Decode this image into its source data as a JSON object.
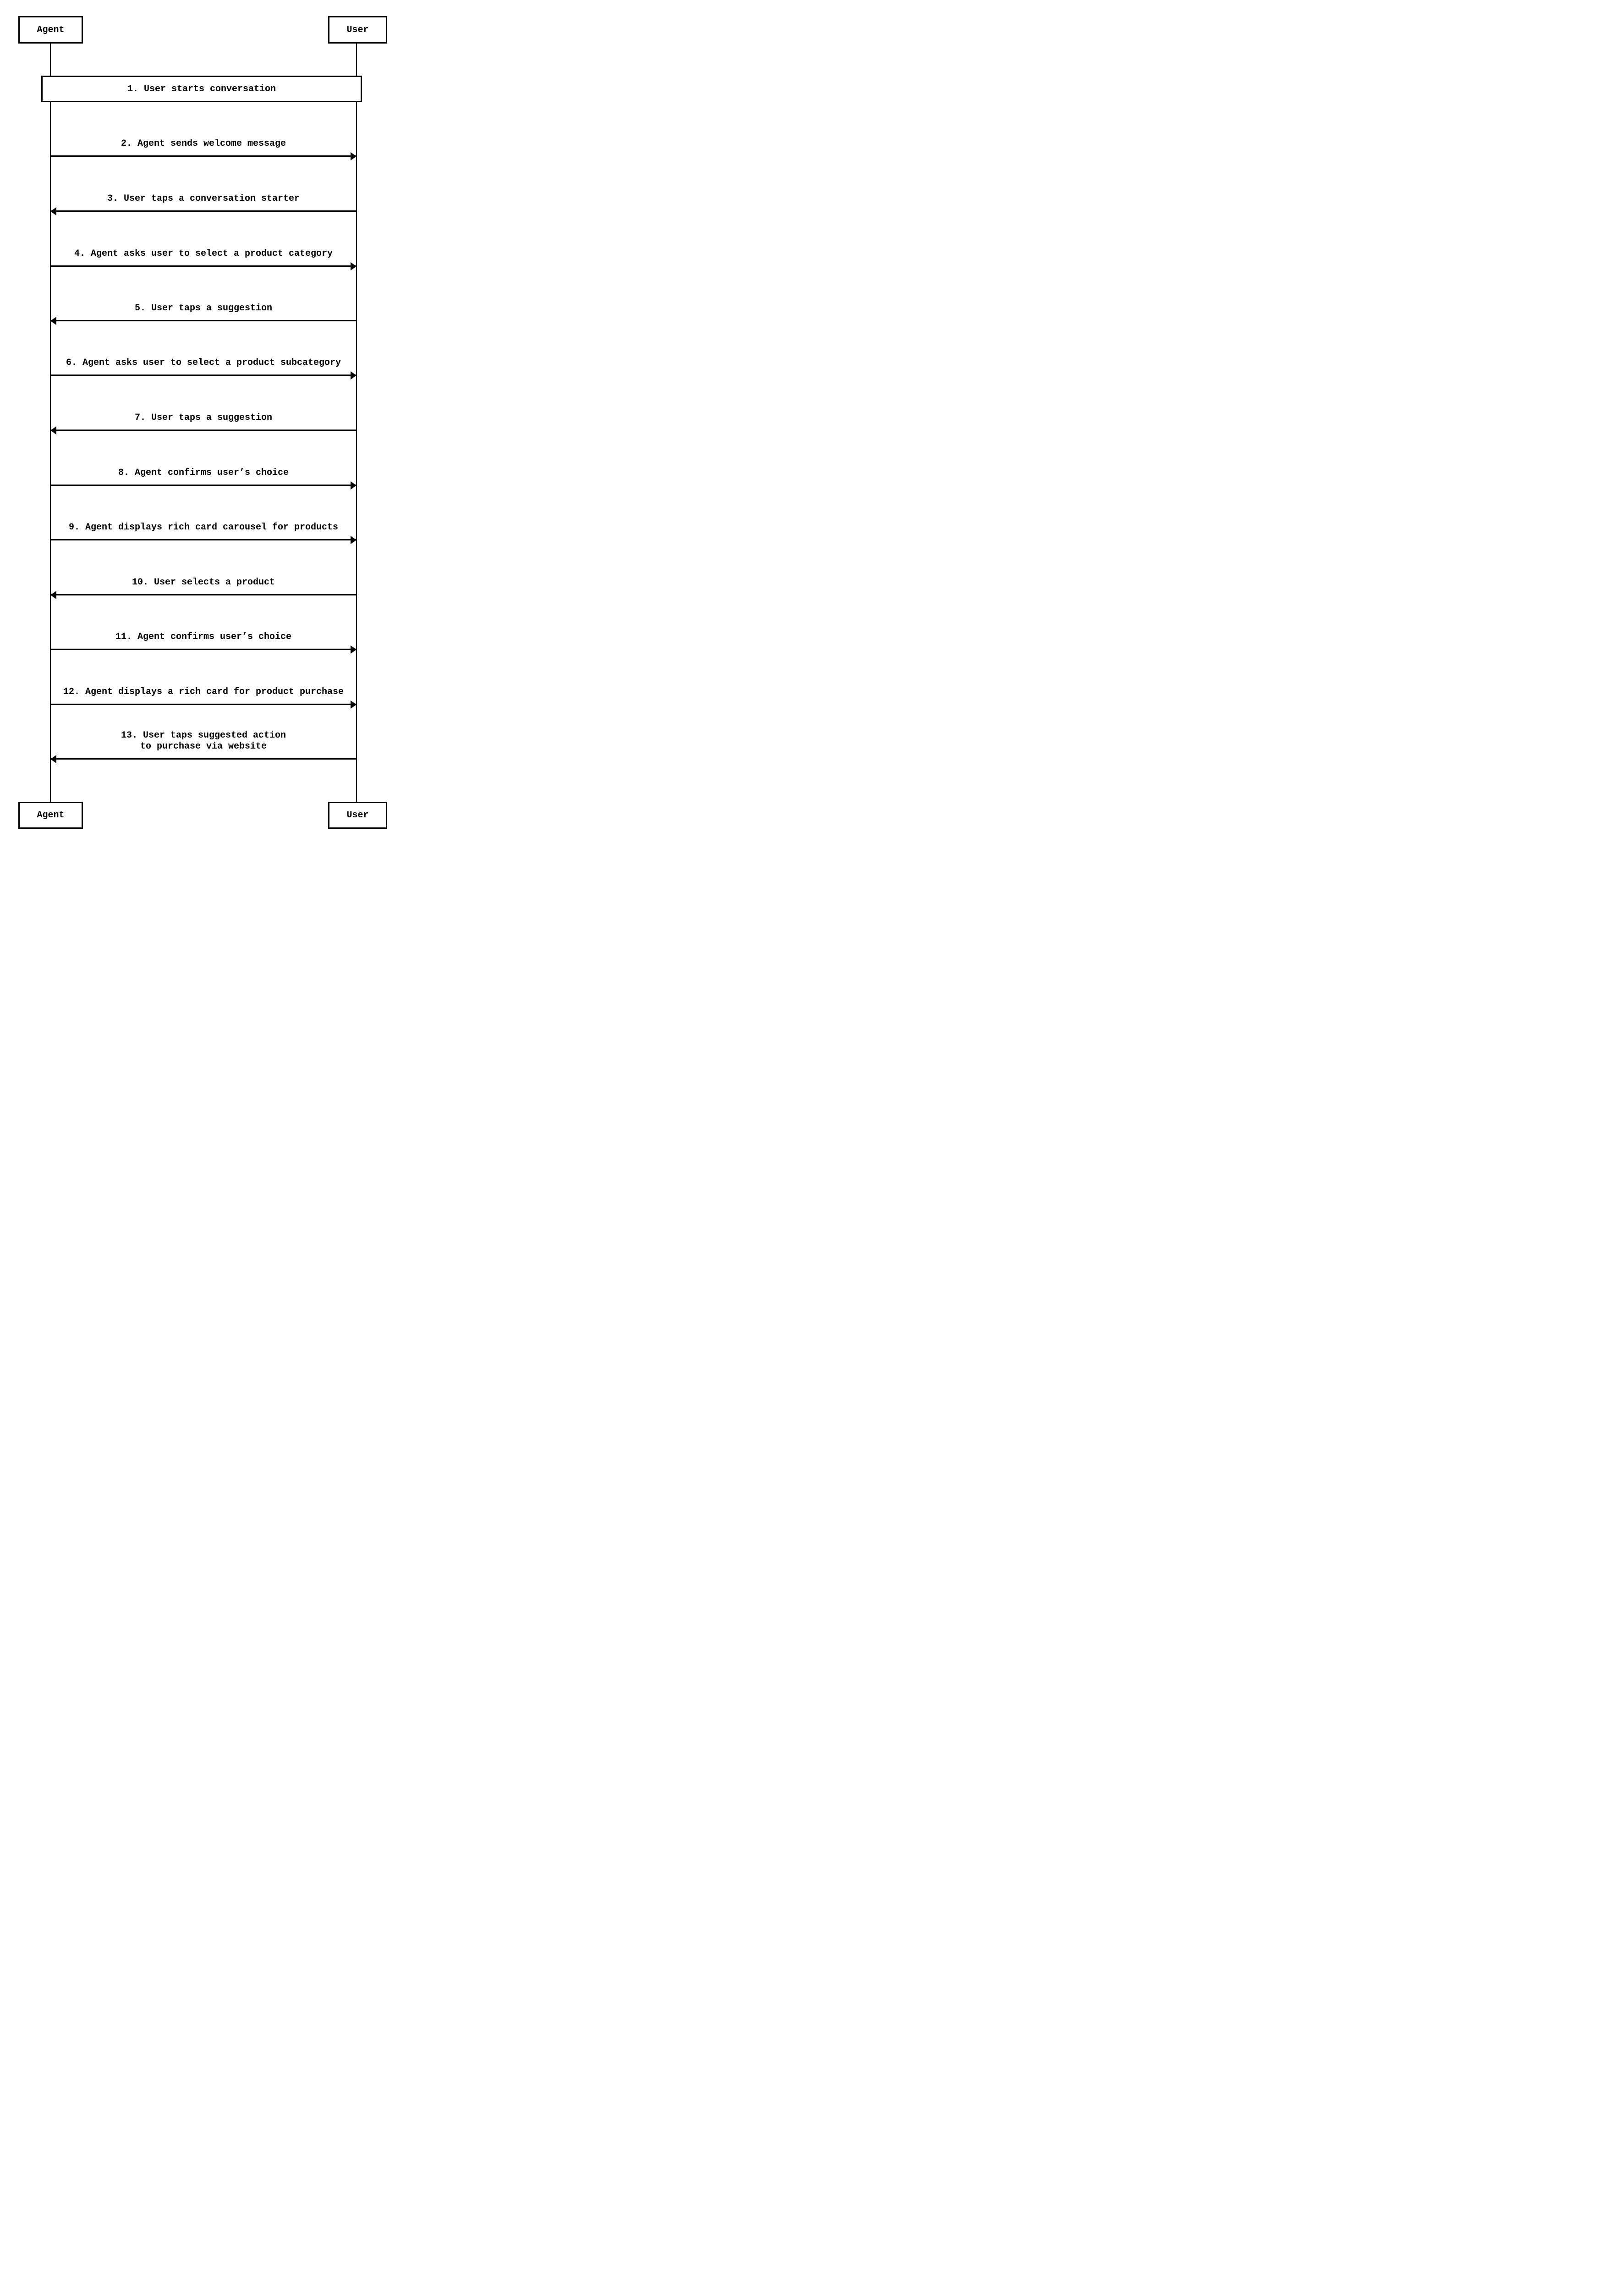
{
  "diagram": {
    "type": "sequence",
    "colors": {
      "stroke": "#000000",
      "background": "#ffffff",
      "text": "#000000"
    },
    "participants": {
      "agent": {
        "label": "Agent"
      },
      "user": {
        "label": "User"
      }
    },
    "note": {
      "text": "1. User starts conversation"
    },
    "messages": [
      {
        "text": "2. Agent sends welcome message",
        "from": "agent",
        "to": "user",
        "direction": "right"
      },
      {
        "text": "3. User taps a conversation starter",
        "from": "user",
        "to": "agent",
        "direction": "left"
      },
      {
        "text": "4. Agent asks user to select a product category",
        "from": "agent",
        "to": "user",
        "direction": "right"
      },
      {
        "text": "5. User taps a suggestion",
        "from": "user",
        "to": "agent",
        "direction": "left"
      },
      {
        "text": "6. Agent asks user to select a product subcategory",
        "from": "agent",
        "to": "user",
        "direction": "right"
      },
      {
        "text": "7. User taps a suggestion",
        "from": "user",
        "to": "agent",
        "direction": "left"
      },
      {
        "text": "8. Agent confirms user’s choice",
        "from": "agent",
        "to": "user",
        "direction": "right"
      },
      {
        "text": "9. Agent displays rich card carousel for products",
        "from": "agent",
        "to": "user",
        "direction": "right"
      },
      {
        "text": "10. User selects a product",
        "from": "user",
        "to": "agent",
        "direction": "left"
      },
      {
        "text": "11. Agent confirms user’s choice",
        "from": "agent",
        "to": "user",
        "direction": "right"
      },
      {
        "text": "12. Agent displays a rich card for product purchase",
        "from": "agent",
        "to": "user",
        "direction": "right"
      },
      {
        "text": "13. User taps suggested action\nto purchase via website",
        "from": "user",
        "to": "agent",
        "direction": "left"
      }
    ]
  }
}
